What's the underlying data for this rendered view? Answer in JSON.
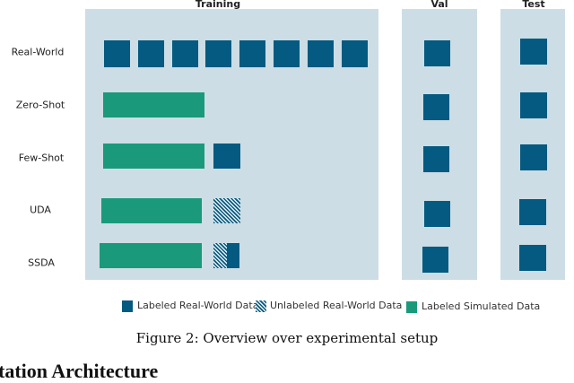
{
  "headers": {
    "training": "Training",
    "val": "Val",
    "test": "Test"
  },
  "rows": [
    "Real-World",
    "Zero-Shot",
    "Few-Shot",
    "UDA",
    "SSDA"
  ],
  "legend": {
    "labeled_real": "Labeled Real-World Data",
    "unlabeled_real": "Unlabeled Real-World Data",
    "labeled_sim": "Labeled Simulated Data"
  },
  "colors": {
    "panel": "#cddde5",
    "labeled_real": "#045a80",
    "labeled_sim": "#1a9a7a"
  },
  "caption": "Figure 2: Overview over experimental setup",
  "next_heading_partial": "tation Architecture"
}
